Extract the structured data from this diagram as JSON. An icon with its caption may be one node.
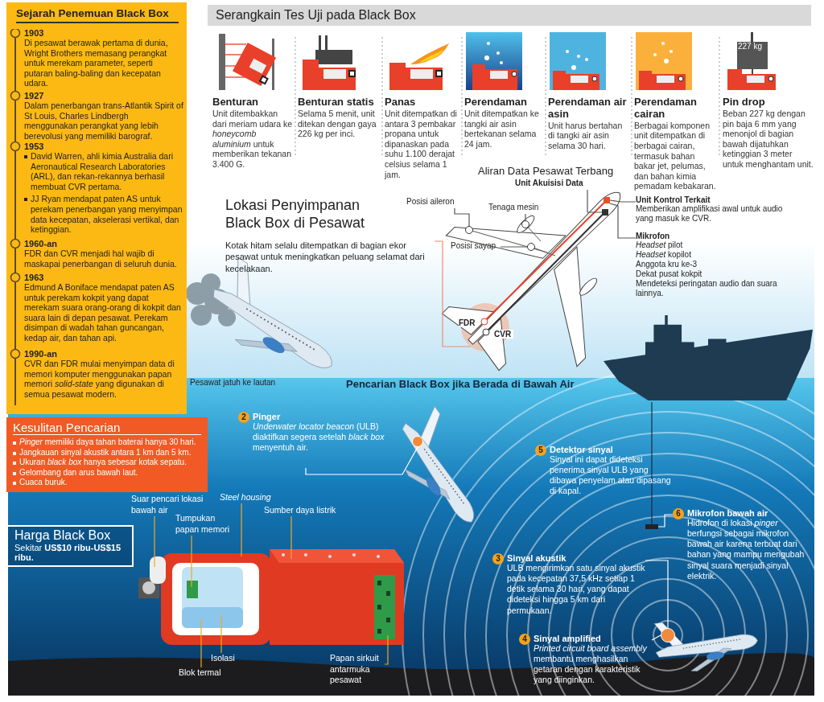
{
  "diagram": {
    "nodes": [
      {
        "text": [
          "Sejarah Penemuan Black Box"
        ]
      },
      {
        "text": [
          "1903",
          "Di pesawat berawak pertama di dunia, Wright Brothers memasang perangkat untuk merekam parameter, seperti putaran baling-baling dan kecepatan udara."
        ],
        "in": 0
      },
      {
        "text": [
          "1927",
          "Dalam penerbangan trans-Atlantik Spirit of St Louis, Charles Lindbergh menggunakan perangkat yang lebih berevolusi yang memiliki barograf."
        ],
        "in": 0
      },
      {
        "text": [
          "1953",
          "David Warren, ahli kimia Australia dari Aeronautical Research Laboratories (ARL), dan rekan-rekannya berhasil membuat CVR pertama.",
          "JJ Ryan mendapat paten AS untuk perekam penerbangan yang menyimpan data kecepatan, akselerasi vertikal, dan ketinggian."
        ],
        "in": 0
      },
      {
        "text": [
          "1960-an",
          "FDR dan CVR menjadi hal wajib di maskapai penerbangan di seluruh dunia."
        ],
        "in": 0
      },
      {
        "text": [
          "1963",
          "Edmund A Boniface mendapat paten AS untuk perekam kokpit yang dapat merekam suara orang-orang di kokpit dan suara lain di depan pesawat. Perekam disimpan di wadah tahan guncangan, kedap air, dan tahan api."
        ],
        "in": 0
      },
      {
        "text": [
          "1990-an",
          "CVR dan FDR mulai menyimpan data di memori komputer menggunakan papan memori *solid-state* yang digunakan di semua pesawat modern."
        ],
        "in": 0
      },
      {
        "text": [
          "Serangkain Tes Uji pada Black Box"
        ]
      },
      {
        "text": [
          "Benturan",
          "Unit ditembakkan dari meriam udara ke *honeycomb aluminium* untuk memberikan tekanan 3.400 G."
        ]
      },
      {
        "text": [
          "Benturan statis",
          "Selama 5 menit, unit ditekan dengan gaya 226 kg per inci."
        ]
      },
      {
        "text": [
          "Panas",
          "Unit ditempatkan di antara 3 pembakar propana untuk dipanaskan pada suhu 1.100 derajat celsius selama 1 jam."
        ]
      },
      {
        "text": [
          "Perendaman",
          "Unit ditempatkan ke tangki air asin bertekanan selama 24 jam."
        ]
      },
      {
        "text": [
          "Perendaman air asin",
          "Unit harus bertahan di tangki air asin selama 30 hari."
        ]
      },
      {
        "text": [
          "Perendaman cairan",
          "Berbagai komponen unit ditempatkan di berbagai cairan, termasuk bahan bakar jet, pelumas, dan bahan kimia pemadam kebakaran."
        ]
      },
      {
        "text": [
          "Pin drop",
          "Beban 227 kg dengan pin baja 6 mm yang menonjol di bagian bawah dijatuhkan ketinggian 3 meter untuk menghantam unit."
        ]
      },
      {
        "text": [
          "Lokasi Penyimpanan Black Box di Pesawat",
          "Kotak hitam selalu ditempatkan di bagian ekor pesawat untuk meningkatkan peluang selamat dari kecelakaan."
        ]
      },
      {
        "text": [
          "Posisi aileron"
        ]
      },
      {
        "text": [
          "Tenaga mesin"
        ]
      },
      {
        "text": [
          "Posisi sayap"
        ]
      },
      {
        "text": [
          "Unit Akuisisi Data"
        ]
      },
      {
        "text": [
          "Unit Kontrol Terkait",
          "Memberikan amplifikasi awal untuk audio yang masuk ke CVR."
        ]
      },
      {
        "text": [
          "Mikrofon",
          "*Headset* pilot",
          "*Headset* kopilot",
          "Anggota kru ke-3",
          "Dekat pusat kokpit",
          "Mendeteksi peringatan audio dan suara lainnya."
        ]
      },
      {
        "text": [
          "Kesulitan Pencarian",
          "*Pinger* memiliki daya tahan baterai hanya 30 hari.",
          "Jangkauan sinyal akustik antara 1 km dan 5 km.",
          "Ukuran *black box* hanya sebesar kotak sepatu.",
          "Gelombang dan arus bawah laut.",
          "Cuaca buruk."
        ]
      },
      {
        "text": [
          "Harga Black Box",
          "Sekitar **US$10 ribu-US$15 ribu.**"
        ]
      },
      {
        "text": [
          "2",
          "Pinger",
          "*Underwater locator beacon* (ULB) diaktifkan segera setelah *black box* menyentuh air."
        ]
      },
      {
        "text": [
          "5",
          "Detektor sinyal",
          "Sinyal ini dapat dideteksi penerima sinyal ULB yang dibawa penyelam atau dipasang di kapal."
        ]
      },
      {
        "text": [
          "6",
          "Mikrofon bawah air",
          "Hidrofon di lokasi *pinger* berfungsi sebagai mikrofon bawah air karena terbuat dari bahan yang mampu mengubah sinyal suara menjadi sinyal elektrik."
        ]
      },
      {
        "text": [
          "3",
          "Sinyal akustik",
          "ULB mengirimkan satu sinyal akustik pada kecepatan 37,5 kHz setiap 1 detik selama 30 hari, yang dapat dideteksi hingga 5 km dari permukaan."
        ]
      },
      {
        "text": [
          "4",
          "Sinyal amplified",
          "*Printed circuit board assembly* membantu menghasilkan getaran dengan karakteristik yang diinginkan."
        ]
      },
      {
        "text": [
          "Suar pencari lokasi bawah air"
        ]
      },
      {
        "text": [
          "Steel housing"
        ]
      },
      {
        "text": [
          "Tumpukan papan memori"
        ]
      },
      {
        "text": [
          "Sumber daya listrik"
        ]
      },
      {
        "text": [
          "Isolasi"
        ]
      },
      {
        "text": [
          "Blok termal"
        ]
      },
      {
        "text": [
          "Papan sirkuit antarmuka pesawat"
        ]
      },
      {
        "text": [],
        "shape": "picture"
      },
      {
        "text": [],
        "shape": "box"
      },
      {
        "text": [],
        "shape": "circle"
      },
      {
        "text": [],
        "shape": "circle"
      },
      {
        "text": [],
        "shape": "circle"
      },
      {
        "text": [],
        "shape": "circle"
      },
      {
        "text": [],
        "shape": "circle"
      }
    ],
    "edges": [
      {
        "from": 15,
        "to": null,
        "arrow": "none",
        "color": "#f08c6c"
      },
      {
        "from": 16,
        "to": 40,
        "arrow": "none",
        "color": "#555555"
      },
      {
        "from": 17,
        "to": 41,
        "arrow": "none",
        "color": "#555555"
      },
      {
        "from": 18,
        "to": 42,
        "arrow": "none",
        "color": "#555555"
      },
      {
        "from": 19,
        "to": null,
        "arrow": "none",
        "color": "#555555"
      },
      {
        "from": 20,
        "to": null,
        "arrow": "none",
        "color": "#555555"
      },
      {
        "from": 21,
        "to": null,
        "arrow": "none",
        "color": "#555555"
      },
      {
        "from": 24,
        "to": 38,
        "arrow": "none",
        "color": "#ffffff"
      },
      {
        "from": 36,
        "to": 37,
        "arrow": "none",
        "color": "#1b2b3c"
      },
      {
        "from": 26,
        "to": 37,
        "arrow": "none",
        "color": "#ffffff"
      },
      {
        "from": 27,
        "to": 39,
        "arrow": "none",
        "color": "#ffffff"
      },
      {
        "from": 28,
        "to": 39,
        "arrow": "none",
        "color": "#ffffff"
      },
      {
        "from": 29,
        "to": null,
        "arrow": "none"
      },
      {
        "from": 30,
        "to": null,
        "arrow": "none"
      },
      {
        "from": 31,
        "to": null,
        "arrow": "none"
      },
      {
        "from": 32,
        "to": null,
        "arrow": "none"
      },
      {
        "from": 33,
        "to": null,
        "arrow": "none"
      },
      {
        "from": 34,
        "to": null,
        "arrow": "none"
      },
      {
        "from": 35,
        "to": null,
        "arrow": "none"
      }
    ],
    "labels": [
      "227 kg",
      "Aliran Data Pesawat Terbang",
      "FDR",
      "CVR",
      "Pesawat jatuh ke lautan",
      "Pencarian Black Box jika Berada di Bawah Air"
    ]
  }
}
